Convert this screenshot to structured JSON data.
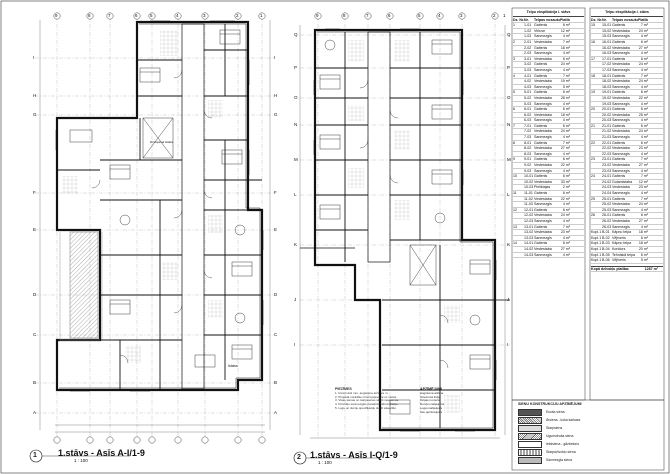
{
  "plans": [
    {
      "number": "1",
      "title": "1.stāvs - Asīs A-I/1-9",
      "scale": "1 : 100"
    },
    {
      "number": "2",
      "title": "1.stāvs - Asīs I-Q/1-9",
      "scale": "1 : 100"
    }
  ],
  "room_label_sample": "Istaba",
  "room_label_sample2": "Dzīvojamā istaba",
  "axes_left": {
    "columns_top": [
      "9",
      "8",
      "7",
      "6",
      "5",
      "4",
      "3",
      "2",
      "1"
    ],
    "rows_right": [
      "I",
      "H",
      "G",
      "F",
      "E",
      "D",
      "C",
      "B",
      "A"
    ],
    "rows_left": [
      "I",
      "H",
      "G",
      "F",
      "E",
      "D",
      "C",
      "B",
      "A"
    ]
  },
  "axes_right": {
    "columns_top": [
      "9",
      "8",
      "7",
      "6",
      "5",
      "4",
      "3",
      "2",
      "1"
    ],
    "rows_right": [
      "Q",
      "P",
      "O",
      "N",
      "M",
      "L",
      "K",
      "J",
      "I"
    ],
    "rows_left": [
      "Q",
      "P",
      "O",
      "N",
      "M",
      "L",
      "K",
      "J",
      "I"
    ]
  },
  "table_left": {
    "title": "Telpu eksplikācija I. stāvs",
    "headers": [
      "Dz. Nr.",
      "Nr.",
      "Telpas nosaukums",
      "Platība"
    ],
    "rows": [
      [
        "1",
        "1-01",
        "Gaitenis",
        "6 m²"
      ],
      [
        "",
        "1-02",
        "Virtuve",
        "12 m²"
      ],
      [
        "",
        "1-03",
        "Sanmezgls",
        "4 m²"
      ],
      [
        "2",
        "2-01",
        "Vestestaba",
        "7 m²"
      ],
      [
        "",
        "2-02",
        "Gaitenis",
        "18 m²"
      ],
      [
        "",
        "2-03",
        "Sanmezgls",
        "4 m²"
      ],
      [
        "3",
        "3-01",
        "Vestestaba",
        "6 m²"
      ],
      [
        "",
        "3-02",
        "Gaitenis",
        "24 m²"
      ],
      [
        "",
        "3-03",
        "Sanmezgls",
        "4 m²"
      ],
      [
        "4",
        "4-01",
        "Gaitenis",
        "7 m²"
      ],
      [
        "",
        "4-02",
        "Vestestaba",
        "19 m²"
      ],
      [
        "",
        "4-03",
        "Sanmezgls",
        "5 m²"
      ],
      [
        "5",
        "5-01",
        "Gaitenis",
        "6 m²"
      ],
      [
        "",
        "5-02",
        "Vestestaba",
        "28 m²"
      ],
      [
        "",
        "5-03",
        "Sanmezgls",
        "4 m²"
      ],
      [
        "6",
        "6-01",
        "Gaitenis",
        "6 m²"
      ],
      [
        "",
        "6-02",
        "Vestestaba",
        "18 m²"
      ],
      [
        "",
        "6-03",
        "Sanmezgls",
        "4 m²"
      ],
      [
        "7",
        "7-01",
        "Gaitenis",
        "6 m²"
      ],
      [
        "",
        "7-02",
        "Vestestaba",
        "24 m²"
      ],
      [
        "",
        "7-03",
        "Sanmezgls",
        "4 m²"
      ],
      [
        "8",
        "8-01",
        "Gaitenis",
        "7 m²"
      ],
      [
        "",
        "8-02",
        "Vestestaba",
        "27 m²"
      ],
      [
        "",
        "8-03",
        "Sanmezgls",
        "4 m²"
      ],
      [
        "9",
        "9-01",
        "Gaitenis",
        "6 m²"
      ],
      [
        "",
        "9-02",
        "Vestestaba",
        "22 m²"
      ],
      [
        "",
        "9-03",
        "Sanmezgls",
        "4 m²"
      ],
      [
        "10",
        "10-01",
        "Gaitenis",
        "6 m²"
      ],
      [
        "",
        "10-02",
        "Vestestaba",
        "33 m²"
      ],
      [
        "",
        "10-03",
        "Pieliktajas",
        "2 m²"
      ],
      [
        "11",
        "11-01",
        "Gaitenis",
        "6 m²"
      ],
      [
        "",
        "11-02",
        "Vestestaba",
        "22 m²"
      ],
      [
        "",
        "11-03",
        "Sanmezgls",
        "4 m²"
      ],
      [
        "12",
        "12-01",
        "Gaitenis",
        "6 m²"
      ],
      [
        "",
        "12-02",
        "Vestestaba",
        "24 m²"
      ],
      [
        "",
        "12-03",
        "Sanmezgls",
        "4 m²"
      ],
      [
        "13",
        "13-01",
        "Gaitenis",
        "7 m²"
      ],
      [
        "",
        "13-02",
        "Vestestaba",
        "23 m²"
      ],
      [
        "",
        "13-03",
        "Sanmezgls",
        "4 m²"
      ],
      [
        "14",
        "14-01",
        "Gaitenis",
        "6 m²"
      ],
      [
        "",
        "14-02",
        "Vestestaba",
        "27 m²"
      ],
      [
        "",
        "14-03",
        "Sanmezgls",
        "4 m²"
      ]
    ]
  },
  "table_right": {
    "title": "Telpu eksplikācija I. stāvs",
    "headers": [
      "Dz. Nr.",
      "Nr.",
      "Telpas nosaukums",
      "Platība"
    ],
    "rows": [
      [
        "15",
        "15-01",
        "Gaitenis",
        "7 m²"
      ],
      [
        "",
        "15-02",
        "Vestestaba",
        "24 m²"
      ],
      [
        "",
        "15-03",
        "Sanmezgls",
        "4 m²"
      ],
      [
        "16",
        "16-01",
        "Gaitenis",
        "6 m²"
      ],
      [
        "",
        "16-02",
        "Vestestaba",
        "27 m²"
      ],
      [
        "",
        "16-03",
        "Sanmezgls",
        "4 m²"
      ],
      [
        "17",
        "17-01",
        "Gaitenis",
        "6 m²"
      ],
      [
        "",
        "17-02",
        "Vestestaba",
        "24 m²"
      ],
      [
        "",
        "17-03",
        "Sanmezgls",
        "4 m²"
      ],
      [
        "18",
        "18-01",
        "Gaitenis",
        "7 m²"
      ],
      [
        "",
        "18-02",
        "Vestestaba",
        "24 m²"
      ],
      [
        "",
        "18-03",
        "Sanmezgls",
        "4 m²"
      ],
      [
        "19",
        "19-01",
        "Gaitenis",
        "6 m²"
      ],
      [
        "",
        "19-02",
        "Vestestaba",
        "22 m²"
      ],
      [
        "",
        "19-03",
        "Sanmezgls",
        "4 m²"
      ],
      [
        "20",
        "20-01",
        "Gaitenis",
        "6 m²"
      ],
      [
        "",
        "20-02",
        "Vestestaba",
        "25 m²"
      ],
      [
        "",
        "20-03",
        "Sanmezgls",
        "4 m²"
      ],
      [
        "21",
        "21-01",
        "Gaitenis",
        "6 m²"
      ],
      [
        "",
        "21-02",
        "Vestestaba",
        "24 m²"
      ],
      [
        "",
        "21-03",
        "Sanmezgls",
        "4 m²"
      ],
      [
        "22",
        "22-01",
        "Gaitenis",
        "6 m²"
      ],
      [
        "",
        "22-02",
        "Vestestaba",
        "23 m²"
      ],
      [
        "",
        "22-03",
        "Sanmezgls",
        "4 m²"
      ],
      [
        "23",
        "23-01",
        "Gaitenis",
        "7 m²"
      ],
      [
        "",
        "23-02",
        "Vestestaba",
        "27 m²"
      ],
      [
        "",
        "23-03",
        "Sanmezgls",
        "4 m²"
      ],
      [
        "24",
        "24-01",
        "Gaitenis",
        "7 m²"
      ],
      [
        "",
        "24-02",
        "Guļamistaba",
        "12 m²"
      ],
      [
        "",
        "24-03",
        "Vestestaba",
        "23 m²"
      ],
      [
        "",
        "24-04",
        "Sanmezgls",
        "4 m²"
      ],
      [
        "25",
        "25-01",
        "Gaitenis",
        "7 m²"
      ],
      [
        "",
        "25-02",
        "Vestestaba",
        "24 m²"
      ],
      [
        "",
        "25-03",
        "Sanmezgls",
        "4 m²"
      ],
      [
        "26",
        "26-01",
        "Gaitenis",
        "6 m²"
      ],
      [
        "",
        "26-02",
        "Vestestaba",
        "27 m²"
      ],
      [
        "",
        "26-03",
        "Sanmezgls",
        "4 m²"
      ],
      [
        "Kopl.1",
        "B-01",
        "Kāpņu telpa",
        "18 m²"
      ],
      [
        "Kopl.1",
        "B-02",
        "Vējtveris",
        "6 m²"
      ],
      [
        "Kopl.1",
        "B-03",
        "Kāpņu telpa",
        "18 m²"
      ],
      [
        "Kopl.1",
        "B-04",
        "Koridors",
        "20 m²"
      ],
      [
        "Kopl.1",
        "B-05",
        "Tehniskā telpa",
        "6 m²"
      ],
      [
        "Kopl.1",
        "B-06",
        "Vējtveris",
        "5 m²"
      ]
    ],
    "total_label": "Kopā dzīvokļu platība:",
    "total_value": "1287 m²"
  },
  "legend": {
    "title": "SIENU KONSTRUKCIJU APZĪMĒJUMI",
    "items": [
      "Esoša siena",
      "Ārsiena - koka karkass",
      "Starpsiena",
      "Ugunsdroša siena",
      "Iekšsiena - gāzbetons",
      "Starpdzīvokļu siena",
      "Sanmezgla siena"
    ]
  },
  "notes": {
    "title": "PIEZĪMES",
    "lines": [
      "1. Izmēri doti mm, augstuma atzīmes m.",
      "2. Projektā norādītie izmēri jāprecizē uz vietas.",
      "3. Visas sienas un starpsienas skatīt rasējumos.",
      "4. Dzīvokļu sanmezglos paredzēt hidroizolāciju.",
      "5. Logu un durvju specifikāciju skatīt atsevišķi."
    ]
  },
  "marks_legend": {
    "title": "APZĪMĒJUMI",
    "items": [
      "Augstuma atzīme",
      "Griezuma līnija",
      "Telpas numurs",
      "Durvju marķējums",
      "Loga marķējums",
      "Asu apzīmējums"
    ]
  }
}
